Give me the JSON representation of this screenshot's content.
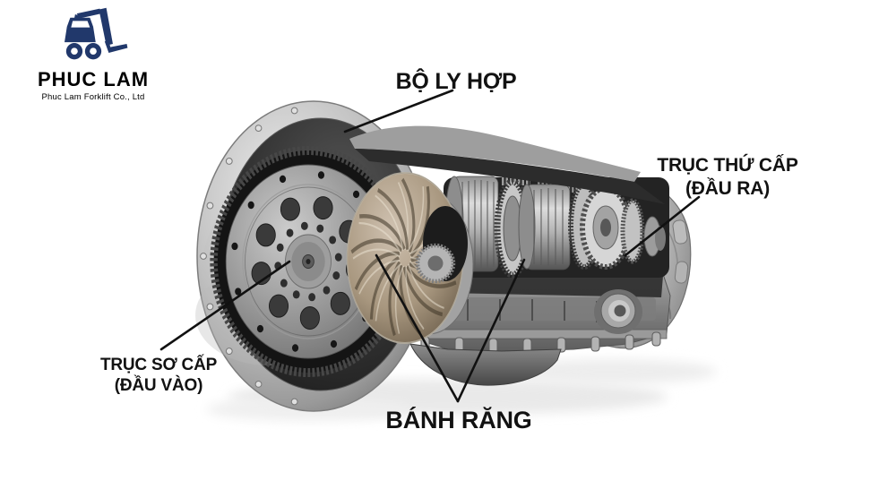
{
  "logo": {
    "brand": "PHUC LAM",
    "tagline": "Phuc Lam Forklift Co., Ltd",
    "brand_color": "#cf3349",
    "navy_color": "#21386b"
  },
  "diagram": {
    "subject": "forklift-transmission-cutaway",
    "label_color": "#121212",
    "callout_color": "#111111",
    "labels": {
      "clutch": {
        "text": "BỘ LY HỢP"
      },
      "output_shaft": {
        "line1": "TRỤC THỨ CẤP",
        "line2": "(ĐẦU RA)"
      },
      "input_shaft": {
        "line1": "TRỤC SƠ CẤP",
        "line2": "(ĐẦU VÀO)"
      },
      "gears": {
        "text": "BÁNH RĂNG"
      }
    }
  }
}
